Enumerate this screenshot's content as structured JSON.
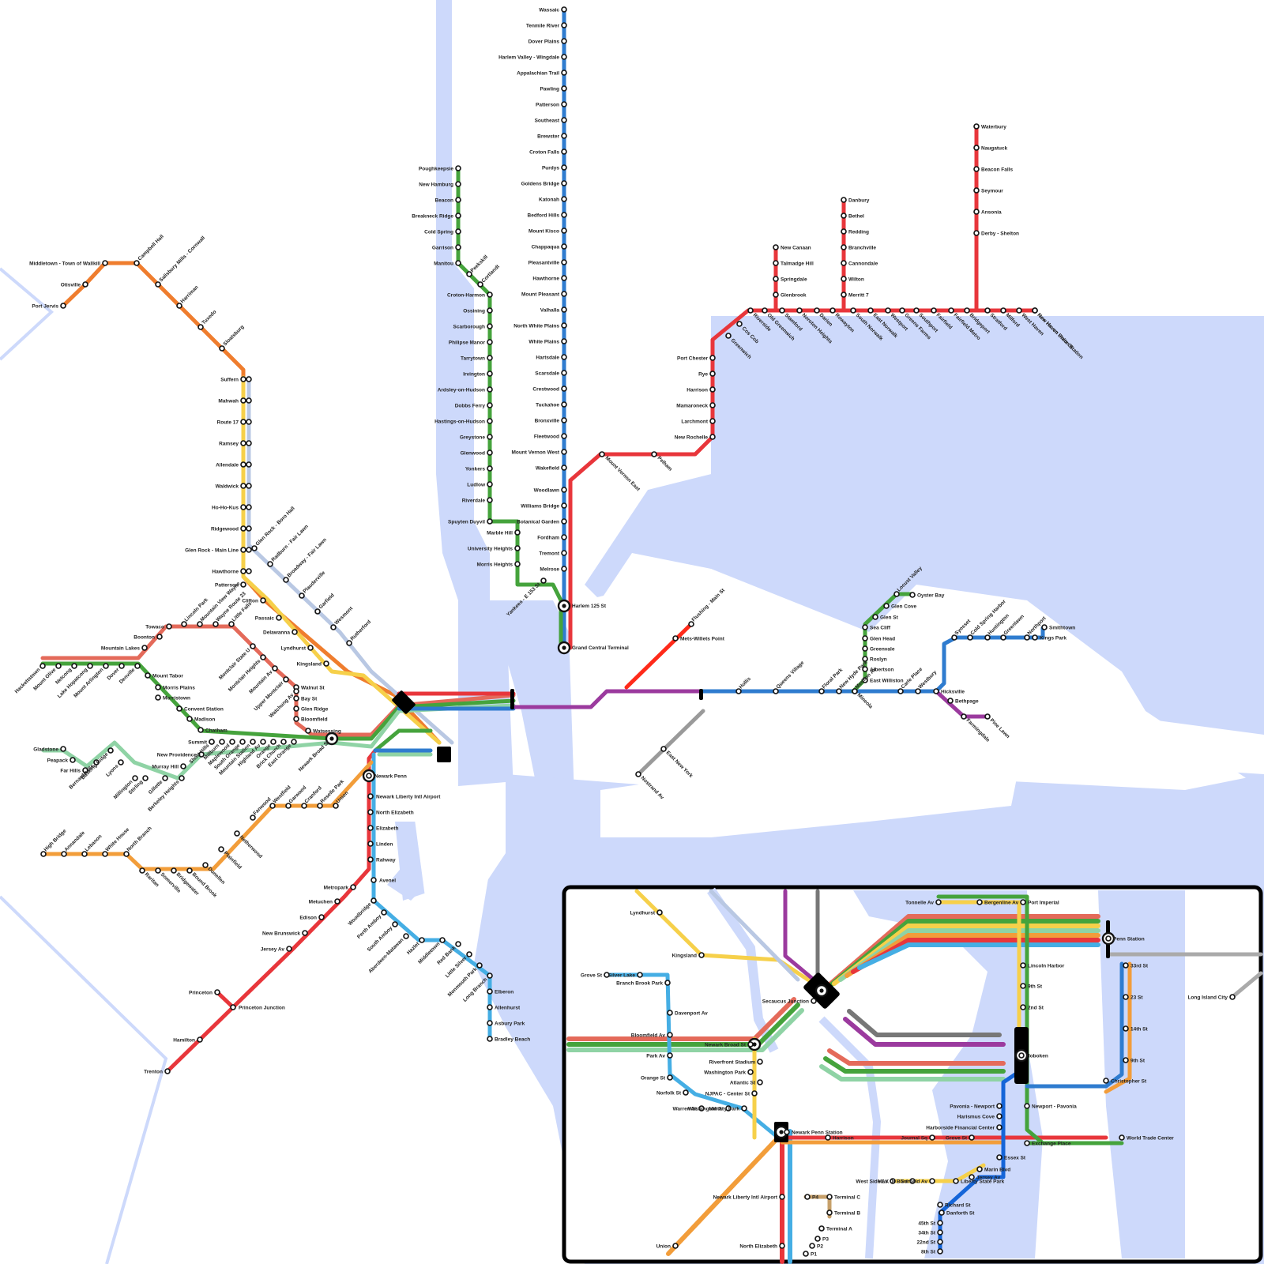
{
  "colors": {
    "water": "#cdd9fb",
    "red": "#e8363b",
    "blue": "#2f7ccf",
    "green": "#45a33c",
    "yellow": "#f6d04a",
    "orange": "#f29d3a",
    "salmon": "#e46a5a",
    "purple": "#9b3a9e",
    "gray": "#9a9a9a",
    "lightblue": "#45aee4",
    "mint": "#8fd3a5",
    "steel": "#b9c8e3",
    "darkorange": "#ef7d2e",
    "tan": "#c7a06a",
    "brightblue": "#1565d8"
  },
  "icons": {
    "station": "station-icon",
    "hub": "hub-station-icon"
  },
  "stations": {
    "harlem": [
      "Wassaic",
      "Tenmile River",
      "Dover Plains",
      "Harlem Valley - Wingdale",
      "Appalachian Trail",
      "Pawling",
      "Patterson",
      "Southeast",
      "Brewster",
      "Croton Falls",
      "Purdys",
      "Goldens Bridge",
      "Katonah",
      "Bedford Hills",
      "Mount Kisco",
      "Chappaqua",
      "Pleasantville",
      "Hawthorne",
      "Mount Pleasant",
      "Valhalla",
      "North White Plains",
      "White Plains",
      "Hartsdale",
      "Scarsdale",
      "Crestwood",
      "Tuckahoe",
      "Bronxville",
      "Fleetwood",
      "Mount Vernon West",
      "Wakefield",
      "Woodlawn",
      "Williams Bridge",
      "Botanical Garden",
      "Fordham",
      "Tremont",
      "Melrose"
    ],
    "hudson": [
      "Poughkeepsie",
      "New Hamburg",
      "Beacon",
      "Breakneck Ridge",
      "Cold Spring",
      "Garrison",
      "Manitou",
      "Croton-Harmon",
      "Ossining",
      "Scarborough",
      "Philipse Manor",
      "Tarrytown",
      "Irvington",
      "Ardsley-on-Hudson",
      "Dobbs Ferry",
      "Hastings-on-Hudson",
      "Greystone",
      "Glenwood",
      "Yonkers",
      "Ludlow",
      "Riverdale",
      "Spuyten Duyvil",
      "Marble Hill",
      "University Heights",
      "Morris Heights"
    ],
    "hudson_angled": [
      "Peekskill",
      "Cortlandt",
      "Yankees - E 153 St"
    ],
    "hub_labels": [
      "Harlem 125 St",
      "Grand Central Terminal"
    ],
    "newhaven_left": [
      "Port Chester",
      "Rye",
      "Harrison",
      "Mamaroneck",
      "Larchmont",
      "New Rochelle"
    ],
    "newhaven_angled": [
      "Mount Vernon East",
      "Pelham",
      "Greenwich",
      "Cos Cob",
      "Riverside",
      "Old Greenwich",
      "Stamford",
      "Noroton Heights",
      "Darien",
      "Rowayton",
      "South Norwalk",
      "East Norwalk",
      "Westport",
      "Greens Farms",
      "Southport",
      "Fairfield",
      "Fairfield Metro",
      "Bridgeport",
      "Stratford",
      "Milford",
      "West Haven",
      "New Haven",
      "New Haven State St",
      "New Haven Union Station"
    ],
    "new_canaan": [
      "New Canaan",
      "Talmadge Hill",
      "Springdale",
      "Glenbrook"
    ],
    "danbury": [
      "Danbury",
      "Bethel",
      "Redding",
      "Branchville",
      "Cannondale",
      "Wilton",
      "Merritt 7"
    ],
    "waterbury": [
      "Waterbury",
      "Naugatuck",
      "Beacon Falls",
      "Seymour",
      "Ansonia",
      "Derby - Shelton"
    ],
    "port_jervis": [
      "Middletown - Town of Wallkill",
      "Otisville",
      "Port Jervis"
    ],
    "port_jervis_angled": [
      "Campbell Hall",
      "Salisbury Mills - Cornwall",
      "Harriman",
      "Tuxedo",
      "Sloatsburg"
    ],
    "main_line": [
      "Suffern",
      "Mahwah",
      "Route 17",
      "Ramsey",
      "Allendale",
      "Waldwick",
      "Ho-Ho-Kus",
      "Ridgewood",
      "Glen Rock - Main Line",
      "Hawthorne",
      "Patterson",
      "Clifton",
      "Passaic",
      "Delawanna",
      "Lyndhurst",
      "Kingsland"
    ],
    "bergen_angled": [
      "Glen Rock - Boro Hall",
      "Radburn - Fair Lawn",
      "Broadway - Fair Lawn",
      "Plauderville",
      "Garfield",
      "Wesmont",
      "Rutherford"
    ],
    "montclair": [
      "Towaco",
      "Boonton",
      "Mountain Lakes",
      "Mount Tabor",
      "Morris Plains",
      "Morristown",
      "Convent Station",
      "Madison",
      "Chatham",
      "Summit",
      "New Providence",
      "Murray Hill",
      "Gladstone",
      "Peapack",
      "Far Hills",
      "Walnut St",
      "Bay St",
      "Glen Ridge",
      "Bloomfield",
      "Watsessing"
    ],
    "montclair_angled": [
      "Lincoln Park",
      "Mountain View Wayne",
      "Wayne Route 23",
      "Little Falls",
      "Montclair State U",
      "Montclair Heights",
      "Mountain Av",
      "Upper Montclair",
      "Watchung Av",
      "Hackettstown",
      "Mount Olive",
      "Netcong",
      "Lake Hopatcong",
      "Mount Arlington",
      "Dover",
      "Denville",
      "Short Hills",
      "Millburn",
      "Maplewood",
      "South Orange",
      "Mountain Station",
      "Highland Av",
      "Orange",
      "Brick Church",
      "East Orange",
      "Newark Broad St",
      "Basking Ridge",
      "Lyons",
      "Bernardsville",
      "Millington",
      "Stirling",
      "Gillette",
      "Berkeley Heights"
    ],
    "nec": [
      "Newark Penn",
      "Newark Liberty Intl Airport",
      "North Elizabeth",
      "Elizabeth",
      "Linden",
      "Rahway",
      "Avenel",
      "Metropark",
      "Metuchen",
      "Edison",
      "New Brunswick",
      "Jersey Av",
      "Princeton",
      "Princeton Junction",
      "Hamilton",
      "Trenton"
    ],
    "raritan_angled": [
      "High Bridge",
      "Annandale",
      "Lebanon",
      "White House",
      "North Branch",
      "Raritan",
      "Somerville",
      "Bridgewater",
      "Bound Brook",
      "Dunellen",
      "Plainfield",
      "Netherwood",
      "Fanwood",
      "Westfield",
      "Garwood",
      "Cranford",
      "Roselle Park",
      "Union"
    ],
    "nj_coast": [
      "Elberon",
      "Allenhurst",
      "Asbury Park",
      "Bradley Beach"
    ],
    "nj_coast_angled": [
      "Woodbridge",
      "Perth Amboy",
      "South Amboy",
      "Aberdeen-Matawan",
      "Hazlet",
      "Middletown",
      "Red Bank",
      "Little Silver",
      "Monmouth Park",
      "Long Branch"
    ],
    "lirr": [
      "Oyster Bay",
      "Glen Cove",
      "Glen St",
      "Sea Cliff",
      "Glen Head",
      "Greenvale",
      "Roslyn",
      "Albertson",
      "East Williston",
      "Mets-Willets Point",
      "Hicksville",
      "Bethpage",
      "Smithtown",
      "Kings Park"
    ],
    "lirr_angled": [
      "Flushing - Main St",
      "Locust Valley",
      "Hollis",
      "Queens Village",
      "Floral Park",
      "New Hyde Park",
      "Merillon Av",
      "Mineola",
      "Carle Place",
      "Westbury",
      "Syosset",
      "Cold Spring Harbor",
      "Huntington",
      "Greenlawn",
      "Northport",
      "Farmingdale",
      "Pine Lawn",
      "East New York",
      "Nostrand Av"
    ],
    "inset": [
      "Lyndhurst",
      "Kingsland",
      "Grove St",
      "Silver Lake",
      "Branch Brook Park",
      "Davenport Av",
      "Bloomfield Av",
      "Park Av",
      "Orange St",
      "Norfolk St",
      "Warren St",
      "Washington St",
      "Military Park",
      "Newark Broad St",
      "Riverfront Stadium",
      "Washington Park",
      "Atlantic St",
      "NJPAC - Center St",
      "Newark Penn Station",
      "Harrison",
      "Newark Liberty Intl Airport",
      "P4",
      "Terminal C",
      "Terminal B",
      "Terminal A",
      "P3",
      "P2",
      "P1",
      "Union",
      "North Elizabeth",
      "Secaucus Junction",
      "Tonnelle Av",
      "Bergenline Av",
      "Port Imperial",
      "Penn Station",
      "Lincoln Harbor",
      "9th St",
      "2nd St",
      "Hoboken",
      "33rd St",
      "23 St",
      "14th St",
      "9th St",
      "Christopher St",
      "Long Island City",
      "Pavonia - Newport",
      "Harismus Cove",
      "Harborside Financial Center",
      "Newport - Pavonia",
      "World Trade Center",
      "Exchange Place",
      "Journal Sq",
      "Grove St",
      "Essex St",
      "Marin Blvd",
      "Jersey Av",
      "Liberty State Park",
      "West Side Av",
      "MLK Jr Blvd",
      "Garfield Av",
      "Richard St",
      "Danforth St",
      "45th St",
      "34th St",
      "22nd St",
      "8th St"
    ]
  }
}
